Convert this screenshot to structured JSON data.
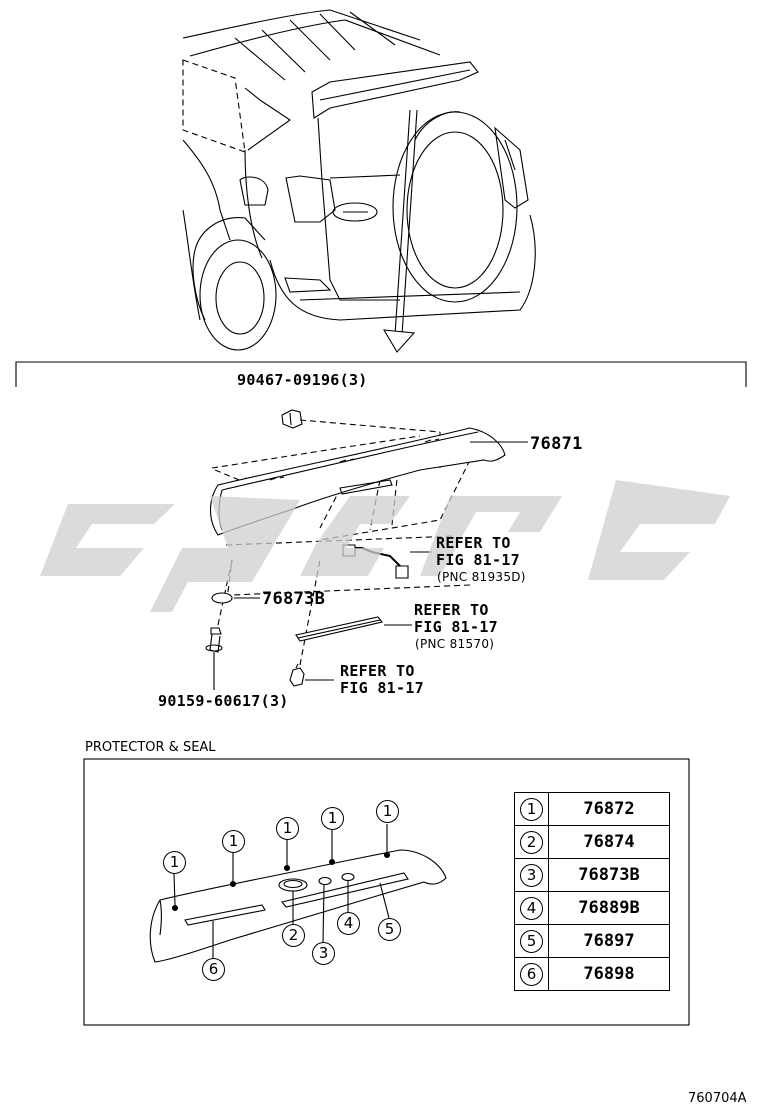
{
  "parts": {
    "clip_qty": "90467-09196(3)",
    "spoiler": "76871",
    "protector_b": "76873B",
    "bolt_qty": "90159-60617(3)",
    "ref1_line1": "REFER TO",
    "ref1_line2": "FIG 81-17",
    "ref1_pnc": "(PNC 81935D)",
    "ref2_line1": "REFER TO",
    "ref2_line2": "FIG 81-17",
    "ref2_pnc": "(PNC 81570)",
    "ref3_line1": "REFER TO",
    "ref3_line2": "FIG 81-17"
  },
  "section": {
    "title": "PROTECTOR & SEAL"
  },
  "callouts": [
    "1",
    "1",
    "1",
    "1",
    "1",
    "2",
    "3",
    "4",
    "5",
    "6"
  ],
  "legend": [
    {
      "num": "1",
      "part": "76872"
    },
    {
      "num": "2",
      "part": "76874"
    },
    {
      "num": "3",
      "part": "76873B"
    },
    {
      "num": "4",
      "part": "76889B"
    },
    {
      "num": "5",
      "part": "76897"
    },
    {
      "num": "6",
      "part": "76898"
    }
  ],
  "footer": {
    "code": "760704A"
  },
  "colors": {
    "line": "#000000",
    "watermark": "#cfcfcf"
  }
}
